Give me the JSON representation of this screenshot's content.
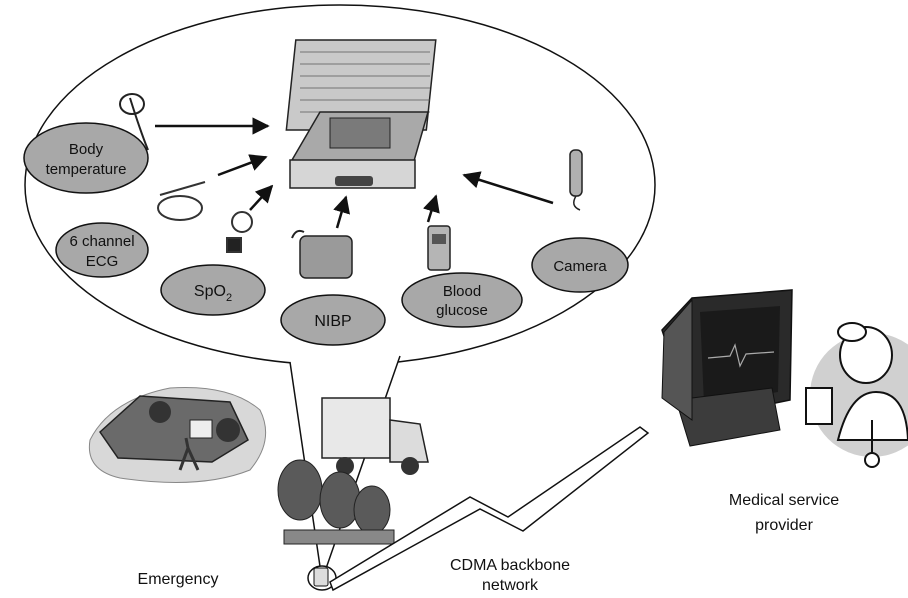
{
  "sensors": {
    "body_temperature": "Body temperature",
    "body_temperature_line1": "Body",
    "body_temperature_line2": "temperature",
    "ecg_line1": "6 channel",
    "ecg_line2": "ECG",
    "spo2_base": "SpO",
    "spo2_sub": "2",
    "nibp": "NIBP",
    "blood_glucose_line1": "Blood",
    "blood_glucose_line2": "glucose",
    "camera": "Camera"
  },
  "locations": {
    "emergency": "Emergency",
    "network_line1": "CDMA backbone",
    "network_line2": "network",
    "provider_line1": "Medical service",
    "provider_line2": "provider"
  },
  "colors": {
    "sensor_fill": "#a8a8a8",
    "outline": "#111111",
    "background": "#ffffff"
  }
}
